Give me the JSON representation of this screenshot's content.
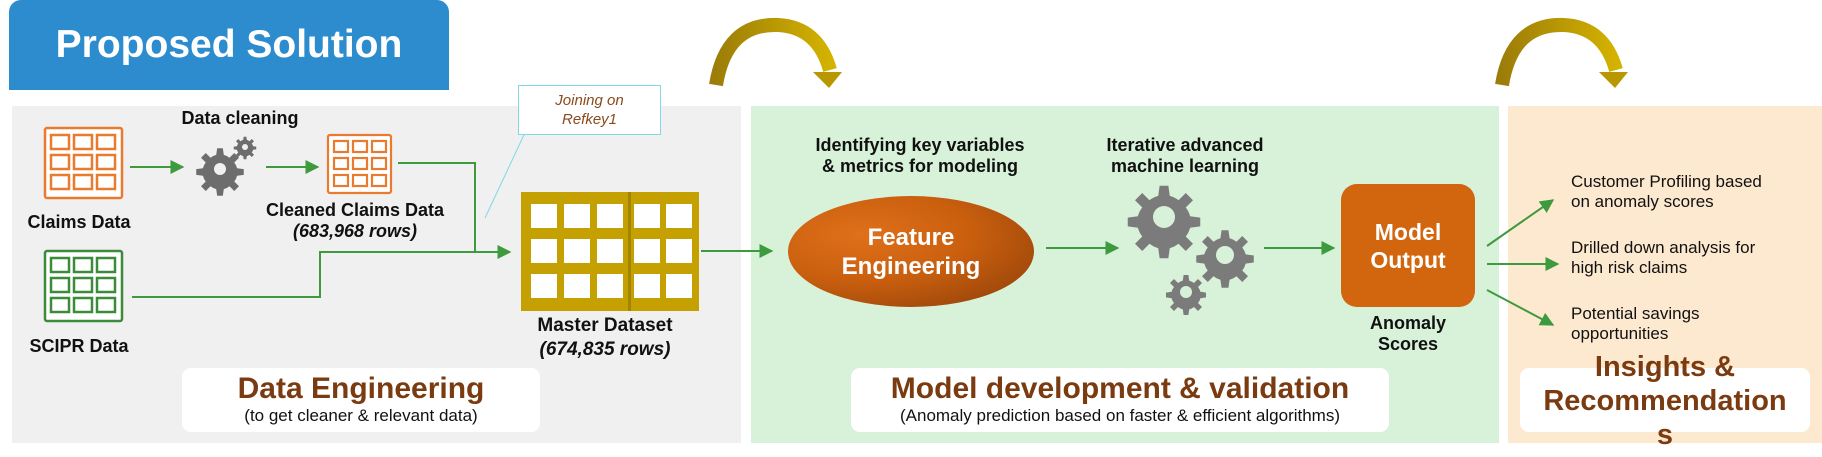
{
  "title": "Proposed Solution",
  "join_note": [
    "Joining on",
    "Refkey1"
  ],
  "sources": {
    "claims": "Claims Data",
    "scipr": "SCIPR Data",
    "cleaning_step": "Data cleaning",
    "cleaned_label": "Cleaned Claims Data",
    "cleaned_rows": "(683,968 rows)"
  },
  "master": {
    "label": "Master Dataset",
    "rows": "(674,835 rows)"
  },
  "modeling": {
    "key_vars": [
      "Identifying key variables",
      "& metrics for modeling"
    ],
    "ml_label": [
      "Iterative advanced",
      "machine learning"
    ],
    "feature": [
      "Feature",
      "Engineering"
    ],
    "model_output": [
      "Model",
      "Output"
    ],
    "anomaly": [
      "Anomaly",
      "Scores"
    ]
  },
  "insights": [
    [
      "Customer Profiling based",
      "on anomaly scores"
    ],
    [
      "Drilled down analysis for",
      "high risk claims"
    ],
    [
      "Potential savings",
      "opportunities"
    ]
  ],
  "sections": {
    "data_eng": {
      "title": "Data Engineering",
      "subtitle": "(to get cleaner & relevant data)"
    },
    "model_dev": {
      "title": "Model development & validation",
      "subtitle": "(Anomaly prediction based on faster & efficient algorithms)"
    },
    "insights": {
      "title": [
        "Insights &",
        "Recommendation",
        "s"
      ]
    }
  },
  "colors": {
    "title_bg": "#2d8ccd",
    "orange": "#e87b2f",
    "green": "#3a8c3a",
    "gold": "#c4a000",
    "arrow": "#3d9a3d",
    "accent_text": "#7a3b10"
  }
}
